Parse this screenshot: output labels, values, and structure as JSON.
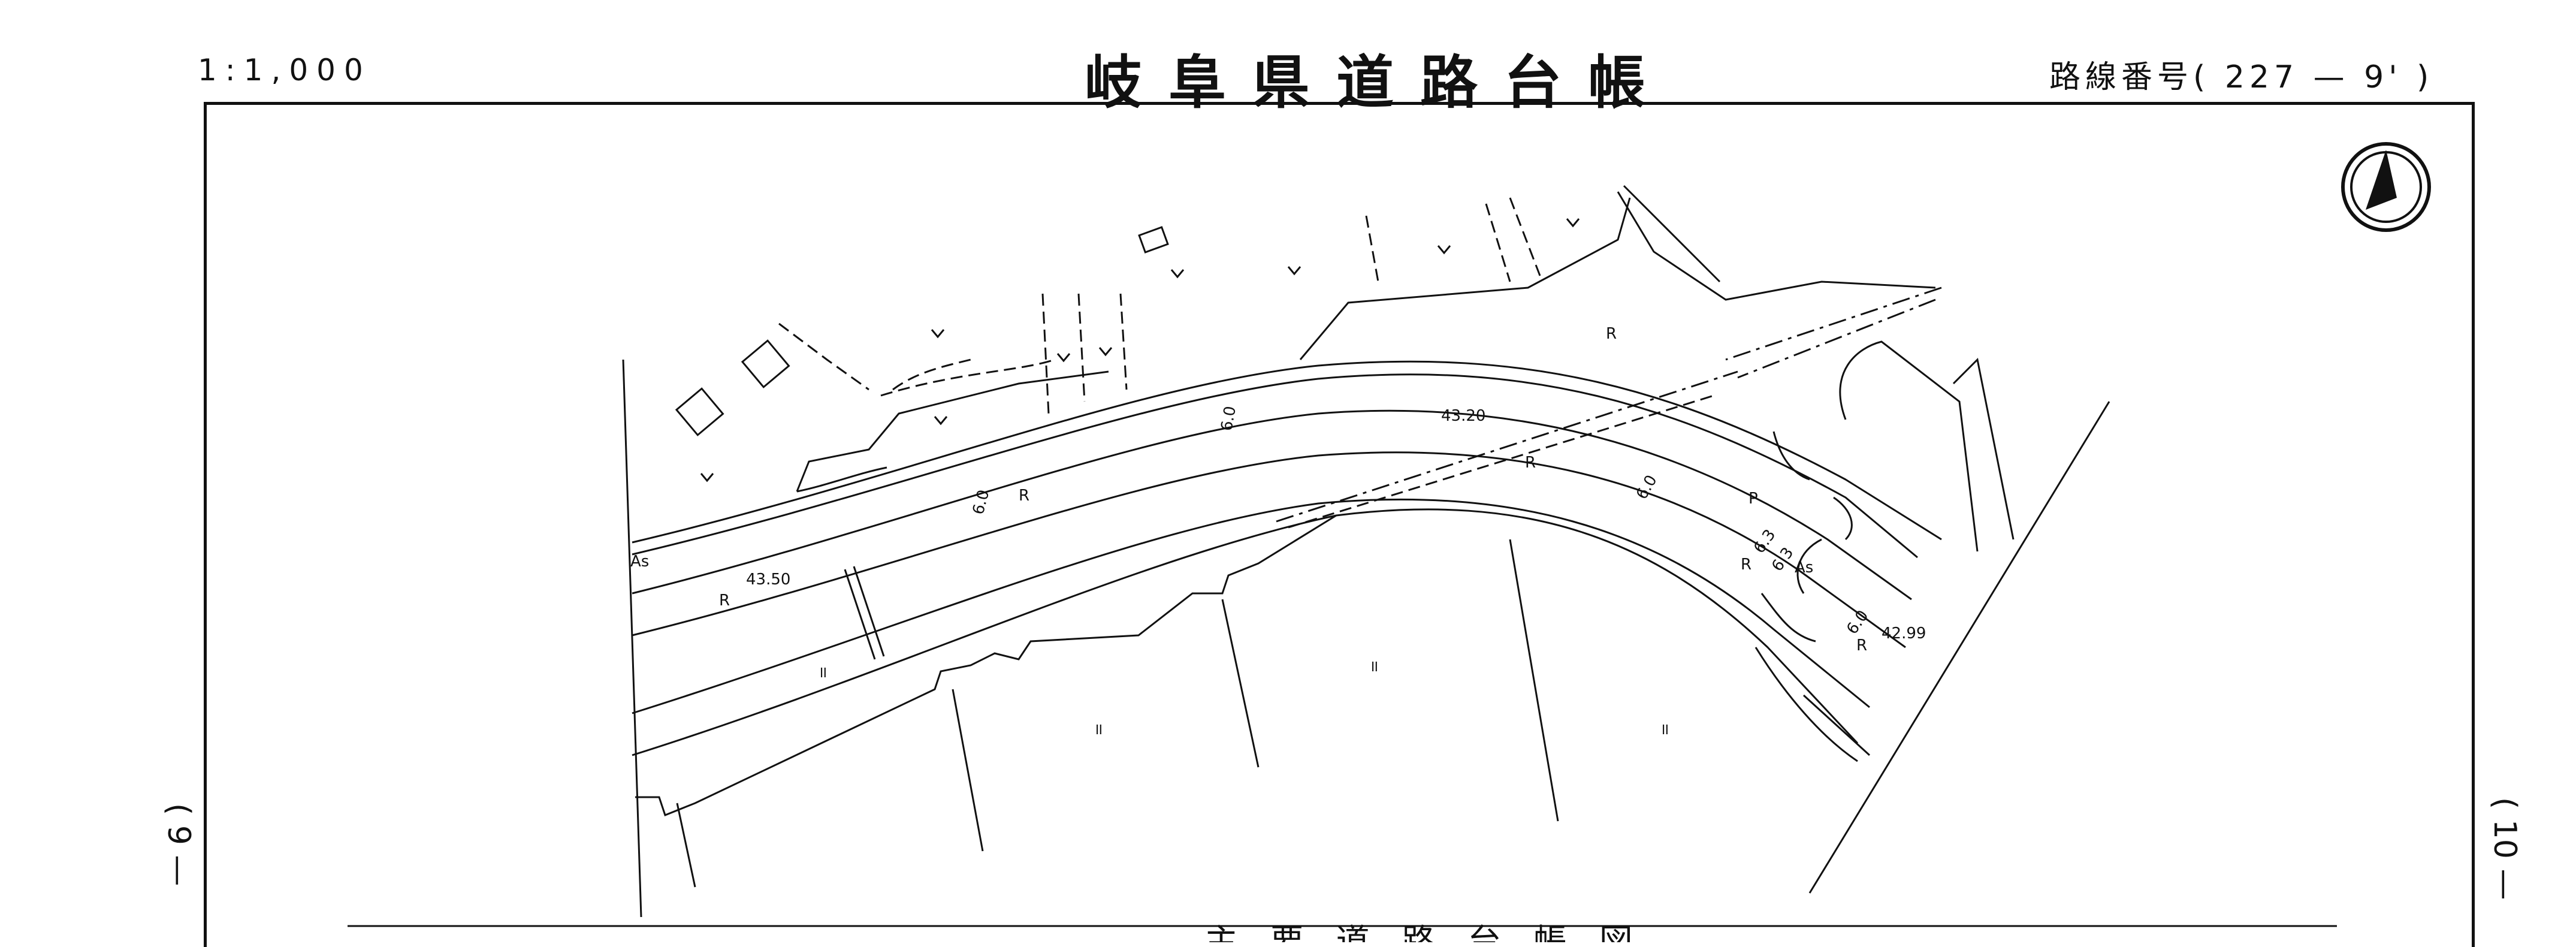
{
  "header": {
    "scale": "1:1,000",
    "title": "岐阜県道路台帳",
    "route_number": "路線番号( 227 — 9' )"
  },
  "side_labels": {
    "left": "( 9 —",
    "right": "( 10 —"
  },
  "bottom_caption": "主 要 道 路 台 帳 図",
  "map_labels": {
    "elev_left": "43.50",
    "elev_center": "43.20",
    "elev_right": "42.99",
    "width_a": "6.0",
    "width_b": "6.0",
    "width_c": "6.0",
    "width_d": "6.0",
    "width_e": "6.3",
    "width_f": "6.3",
    "surface_as_left": "As",
    "surface_as_right": "As",
    "r1": "R",
    "r2": "R",
    "r3": "R",
    "r4": "R",
    "r5": "R",
    "r6": "R",
    "p_mark": "P",
    "lot_1": "॥",
    "lot_2": "॥",
    "lot_3": "॥",
    "lot_4": "॥"
  },
  "north_arrow": "north-arrow"
}
